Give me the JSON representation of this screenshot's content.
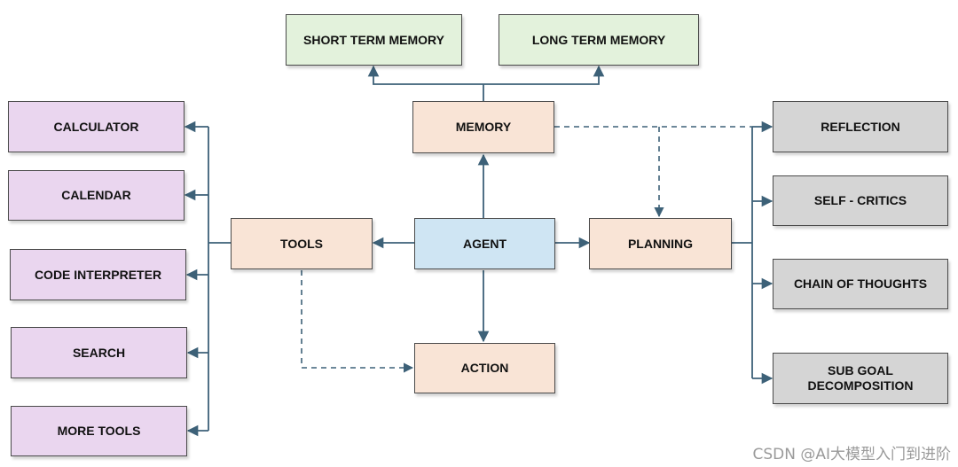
{
  "nodes": {
    "short_term_memory": "SHORT TERM MEMORY",
    "long_term_memory": "LONG TERM MEMORY",
    "memory": "MEMORY",
    "agent": "AGENT",
    "tools": "TOOLS",
    "planning": "PLANNING",
    "action": "ACTION",
    "calculator": "CALCULATOR",
    "calendar": "CALENDAR",
    "code_interpreter": "CODE INTERPRETER",
    "search": "SEARCH",
    "more_tools": "MORE TOOLS",
    "reflection": "REFLECTION",
    "self_critics": "SELF - CRITICS",
    "chain_of_thoughts": "CHAIN OF THOUGHTS",
    "sub_goal_line1": "SUB GOAL",
    "sub_goal_line2": "DECOMPOSITION"
  },
  "watermark": "CSDN @AI大模型入门到进阶",
  "colors": {
    "memory_store": "#e3f2dc",
    "core_module": "#f9e4d6",
    "agent": "#cfe5f3",
    "tool_item": "#ead6ef",
    "planning_item": "#d5d5d5",
    "connector": "#3d6178"
  }
}
